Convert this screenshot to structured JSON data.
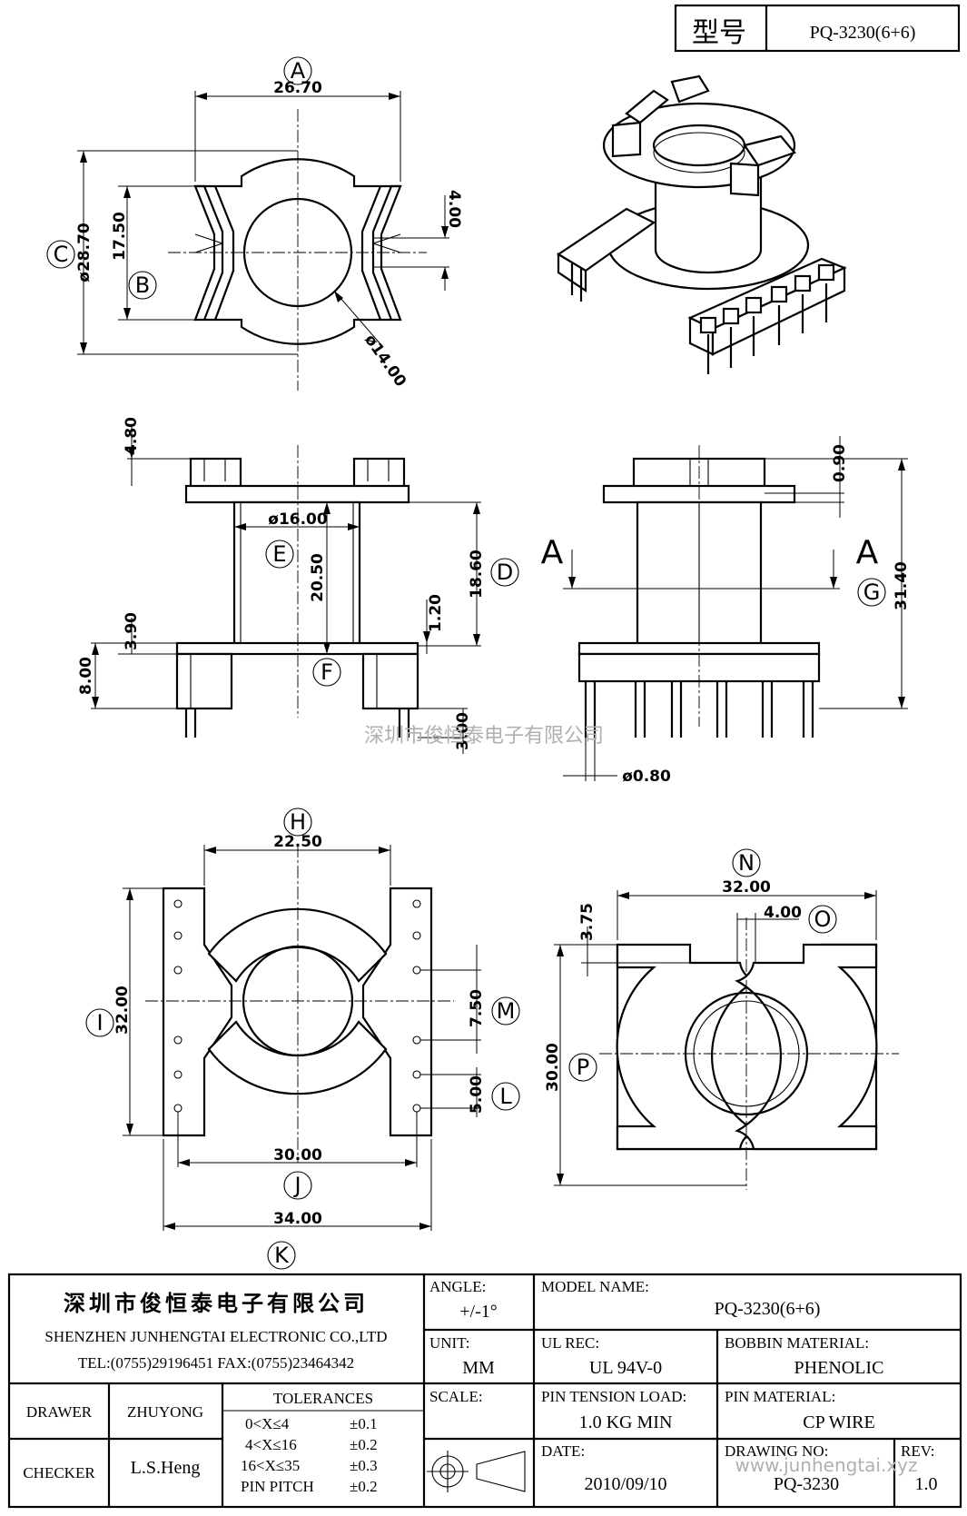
{
  "header": {
    "model_label": "型号",
    "model_value": "PQ-3230(6+6)"
  },
  "watermark": {
    "company_cn": "深圳市俊恒泰电子有限公司",
    "site": "www.junhengtai.xyz"
  },
  "dimensions": {
    "A": "26.70",
    "B": "17.50",
    "C": "ø28.70",
    "hole_top": "ø14.00",
    "slot_top": "4.00",
    "top_margin": "4.80",
    "E": "ø16.00",
    "F_height": "20.50",
    "D": "18.60",
    "flange": "1.20",
    "base1": "3.90",
    "base2": "8.00",
    "pin_len": "3.00",
    "side_top": "0.90",
    "G": "31.40",
    "pin_dia": "ø0.80",
    "H": "22.50",
    "I": "32.00",
    "M": "7.50",
    "L": "5.00",
    "J": "30.00",
    "K": "34.00",
    "N": "32.00",
    "O": "4.00",
    "side_slot": "3.75",
    "P": "30.00"
  },
  "circle_labels": [
    "A",
    "B",
    "C",
    "D",
    "E",
    "F",
    "G",
    "H",
    "I",
    "J",
    "K",
    "L",
    "M",
    "N",
    "O",
    "P"
  ],
  "section_marks": [
    "A",
    "A"
  ],
  "title_block": {
    "company_cn": "深圳市俊恒泰电子有限公司",
    "company_en": "SHENZHEN JUNHENGTAI ELECTRONIC CO.,LTD",
    "tel": "TEL:(0755)29196451  FAX:(0755)23464342",
    "angle_label": "ANGLE:",
    "angle_value": "+/-1°",
    "model_name_label": "MODEL NAME:",
    "model_name_value": "PQ-3230(6+6)",
    "unit_label": "UNIT:",
    "unit_value": "MM",
    "ul_label": "UL REC:",
    "ul_value": "UL 94V-0",
    "bobbin_label": "BOBBIN MATERIAL:",
    "bobbin_value": "PHENOLIC",
    "drawer_label": "DRAWER",
    "drawer_value": "ZHUYONG",
    "tolerances_label": "TOLERANCES",
    "tolerances": [
      {
        "range": "0<X≤4",
        "value": "±0.1"
      },
      {
        "range": "4<X≤16",
        "value": "±0.2"
      },
      {
        "range": "16<X≤35",
        "value": "±0.3"
      },
      {
        "range": "PIN PITCH",
        "value": "±0.2"
      }
    ],
    "scale_label": "SCALE:",
    "pin_tension_label": "PIN TENSION LOAD:",
    "pin_tension_value": "1.0 KG MIN",
    "pin_material_label": "PIN MATERIAL:",
    "pin_material_value": "CP WIRE",
    "checker_label": "CHECKER",
    "checker_value": "L.S.Heng",
    "date_label": "DATE:",
    "date_value": "2010/09/10",
    "drawing_no_label": "DRAWING NO:",
    "drawing_no_value": "PQ-3230",
    "rev_label": "REV:",
    "rev_value": "1.0"
  }
}
